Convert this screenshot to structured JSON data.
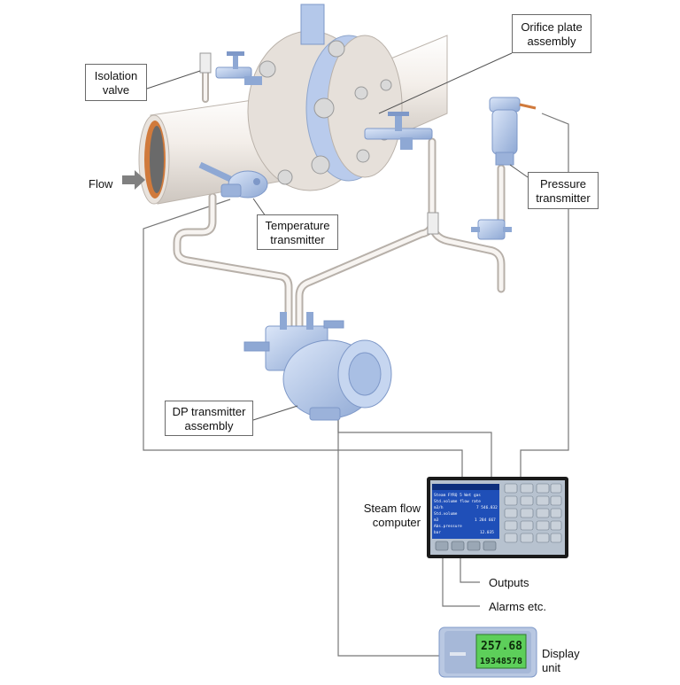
{
  "labels": {
    "isolation_valve": "Isolation\nvalve",
    "orifice_plate": "Orifice plate\nassembly",
    "flow": "Flow",
    "temperature_transmitter": "Temperature\ntransmitter",
    "pressure_transmitter": "Pressure\ntransmitter",
    "dp_transmitter": "DP transmitter\nassembly",
    "steam_flow_computer": "Steam flow\ncomputer",
    "outputs": "Outputs",
    "alarms": "Alarms etc.",
    "display_unit": "Display\nunit"
  },
  "flow_computer_screen": {
    "line1": "Steam FYRQ 5 Wet gas",
    "line2": "Std.volume flow rate",
    "line3_unit": "m3/h",
    "line3_value": "7 546.832",
    "line4": "Std.volume",
    "line5_unit": "m3",
    "line5_value": "1 284 667",
    "line6": "Abs.pressure",
    "line7_unit": "bar",
    "line7_value": "12.035"
  },
  "display_unit_readout": {
    "top": "257.68",
    "bottom": "19348578"
  },
  "colors": {
    "pipe": "#f1ebe5",
    "flange": "#e4ded8",
    "device_blue": "#b4c8ea",
    "device_dark_blue": "#7e98c8",
    "panel_black": "#1a1a1a",
    "screen_blue": "#1f4fb8",
    "lcd_green": "#66e060",
    "signal_line": "#777777",
    "flow_arrow": "#808080",
    "pipe_inner": "#d07a3c"
  }
}
